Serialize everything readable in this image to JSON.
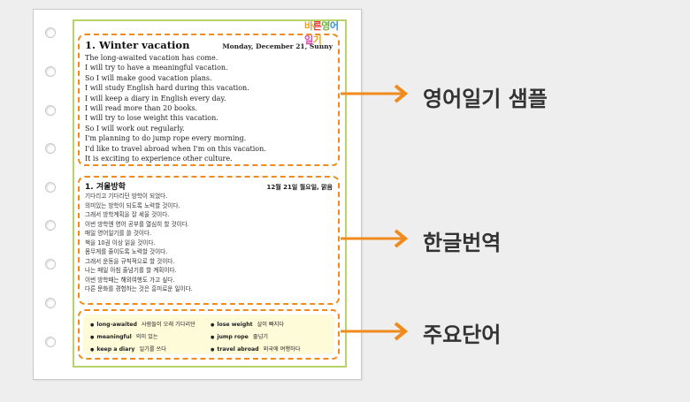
{
  "logo": "바른영어일기",
  "diary_english": {
    "title": "1. Winter vacation",
    "date": "Monday, December 21, Sunny",
    "lines": [
      "The long-awaited vacation has come.",
      "I will try to have a meaningful vacation.",
      "So I will make good vacation plans.",
      "I will study English hard during this vacation.",
      "I will keep a diary in English every day.",
      "I will read more than 20 books.",
      "I will try to lose weight this vacation.",
      "So I will work out regularly.",
      "I'm planning to do jump rope every morning.",
      "I'd like to travel abroad when I'm on this vacation.",
      "It is exciting to experience other culture."
    ]
  },
  "diary_korean": {
    "title": "1. 겨울방학",
    "date": "12월 21일 월요일, 맑음",
    "lines": [
      "기다리고 기다리던 방학이 되었다.",
      "의미있는 방학이 되도록 노력할 것이다.",
      "그래서 방학계획을 잘 세울 것이다.",
      "이번 방학엔 영어 공부를 열심히 할 것이다.",
      "매일 영어일기를 쓸 것이다.",
      "책을 10권 이상 읽을 것이다.",
      "몸무게를 줄이도록 노력할 것이다.",
      "그래서 운동을 규칙적으로 할 것이다.",
      "나는 매일 아침 줄넘기를 할 계획이다.",
      "이번 방학때는 해외여행도 가고 싶다.",
      "다른 문화를 경험하는 것은 흥미로운 일이다."
    ]
  },
  "vocabulary": [
    {
      "word": "long-awaited",
      "meaning": "사람들이 오래 기다리던"
    },
    {
      "word": "lose weight",
      "meaning": "살이 빠지다"
    },
    {
      "word": "meaningful",
      "meaning": "의미 있는"
    },
    {
      "word": "jump rope",
      "meaning": "줄넘기"
    },
    {
      "word": "keep a diary",
      "meaning": "일기를 쓰다"
    },
    {
      "word": "travel abroad",
      "meaning": "외국에 여행하다"
    }
  ],
  "labels": {
    "sample": "영어일기 샘플",
    "translation": "한글번역",
    "vocab": "주요단어"
  },
  "colors": {
    "accent": "#f08a1c",
    "frame": "#b7d46a",
    "vocab_bg": "#fdfbd8"
  }
}
